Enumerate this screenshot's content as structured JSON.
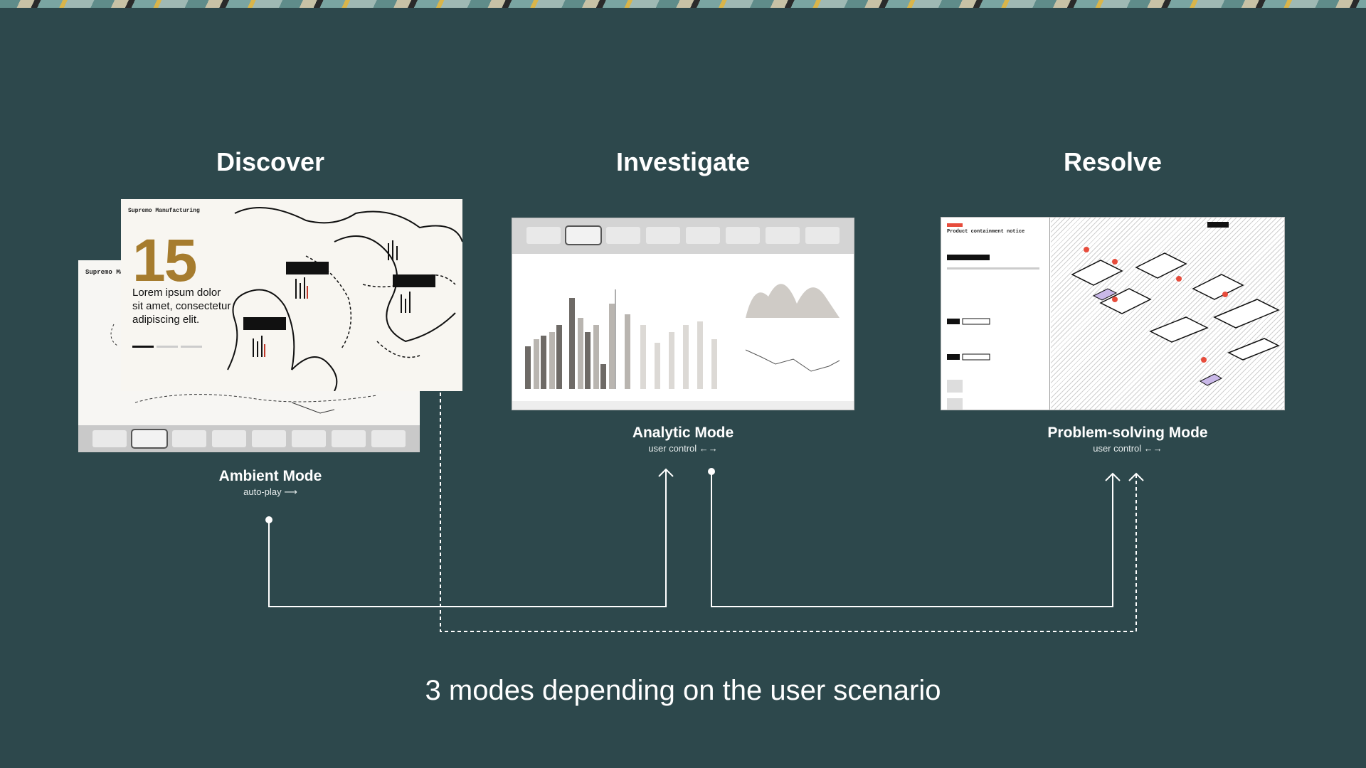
{
  "columns": [
    {
      "title": "Discover",
      "mode": "Ambient Mode",
      "sub": "auto-play ⟶"
    },
    {
      "title": "Investigate",
      "mode": "Analytic Mode",
      "sub": "user control ←→"
    },
    {
      "title": "Resolve",
      "mode": "Problem-solving Mode",
      "sub": "user control ←→"
    }
  ],
  "ambient": {
    "brand": "Supremo Manufacturing",
    "brand_back": "Supremo Manu",
    "big_number": "15",
    "text": "Lorem ipsum dolor sit amet, consectetur adipiscing elit."
  },
  "problem": {
    "title": "Product containment notice"
  },
  "caption": "3 modes depending on the user scenario",
  "colors": {
    "background": "#2d484c",
    "accent": "#a67c2e",
    "connector": "#ffffff"
  }
}
